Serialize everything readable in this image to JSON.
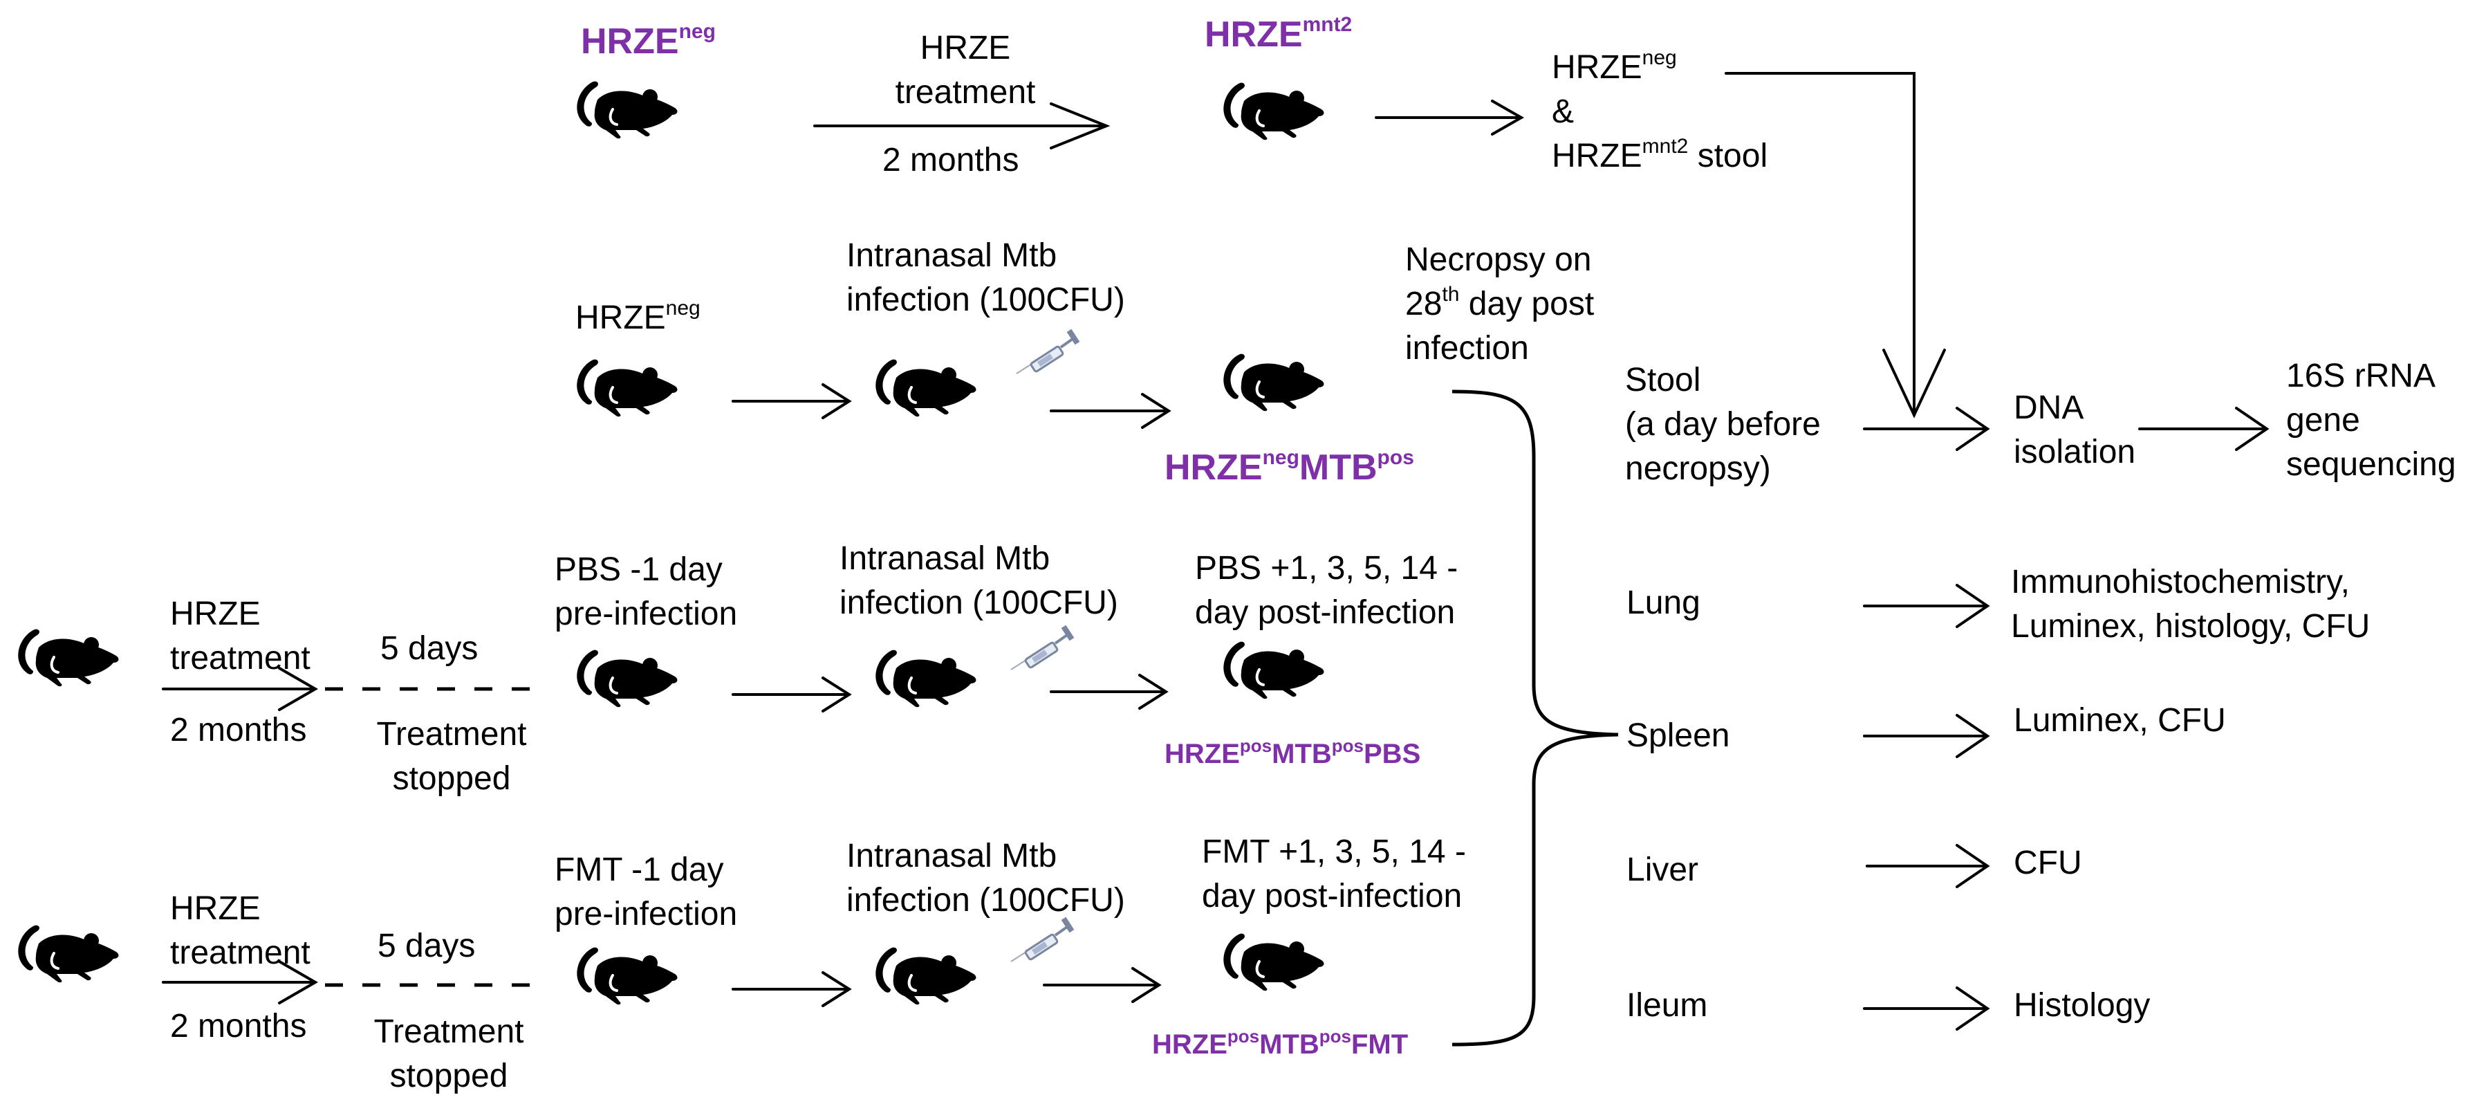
{
  "colors": {
    "purple": "#7f2fa8",
    "ink": "#000000"
  },
  "icons": {
    "mouse": "mouse-icon",
    "syringe": "syringe-icon"
  },
  "row1": {
    "start_label": {
      "main": "HRZE",
      "sup": "neg"
    },
    "arrow_top": "HRZE",
    "arrow_top2": "treatment",
    "arrow_bottom": "2 months",
    "end_label": {
      "main": "HRZE",
      "sup": "mnt2"
    },
    "stool_line1": {
      "main": "HRZE",
      "sup": "neg"
    },
    "stool_line2": "&",
    "stool_line3": {
      "main": "HRZE",
      "sup": "mnt2",
      "tail": " stool"
    }
  },
  "row2": {
    "start_label": {
      "main": "HRZE",
      "sup": "neg"
    },
    "infection_line1": "Intranasal Mtb",
    "infection_line2": "infection (100CFU)",
    "necropsy_line1": "Necropsy on",
    "necropsy_line2": {
      "main": "28",
      "sup": "th",
      "tail": " day post"
    },
    "necropsy_line3": "infection",
    "group_label": {
      "a": "HRZE",
      "a_sup": "neg",
      "b": "MTB",
      "b_sup": "pos"
    }
  },
  "row3": {
    "pre_top": "HRZE",
    "pre_top2": "treatment",
    "pre_bottom": "2 months",
    "gap_top": "5 days",
    "gap_bottom1": "Treatment",
    "gap_bottom2": "stopped",
    "dose_line1": "PBS -1 day",
    "dose_line2": "pre-infection",
    "infection_line1": "Intranasal Mtb",
    "infection_line2": "infection (100CFU)",
    "post_line1": "PBS +1, 3, 5, 14 -",
    "post_line2": "day post-infection",
    "group_label": {
      "a": "HRZE",
      "a_sup": "pos",
      "b": "MTB",
      "b_sup": "pos",
      "c": "PBS"
    }
  },
  "row4": {
    "pre_top": "HRZE",
    "pre_top2": "treatment",
    "pre_bottom": "2 months",
    "gap_top": "5 days",
    "gap_bottom1": "Treatment",
    "gap_bottom2": "stopped",
    "dose_line1": "FMT -1 day",
    "dose_line2": "pre-infection",
    "infection_line1": "Intranasal Mtb",
    "infection_line2": "infection (100CFU)",
    "post_line1": "FMT +1, 3, 5, 14 -",
    "post_line2": "day post-infection",
    "group_label": {
      "a": "HRZE",
      "a_sup": "pos",
      "b": "MTB",
      "b_sup": "pos",
      "c": "FMT"
    }
  },
  "samples": {
    "stool_line1": "Stool",
    "stool_line2": "(a day before",
    "stool_line3": "necropsy)",
    "lung": "Lung",
    "spleen": "Spleen",
    "liver": "Liver",
    "ileum": "Ileum"
  },
  "outputs": {
    "dna_line1": "DNA",
    "dna_line2": "isolation",
    "seq_line1": "16S rRNA",
    "seq_line2": "gene",
    "seq_line3": "sequencing",
    "lung_line1": "Immunohistochemistry,",
    "lung_line2": "Luminex, histology, CFU",
    "spleen": "Luminex, CFU",
    "liver": "CFU",
    "ileum": "Histology"
  }
}
